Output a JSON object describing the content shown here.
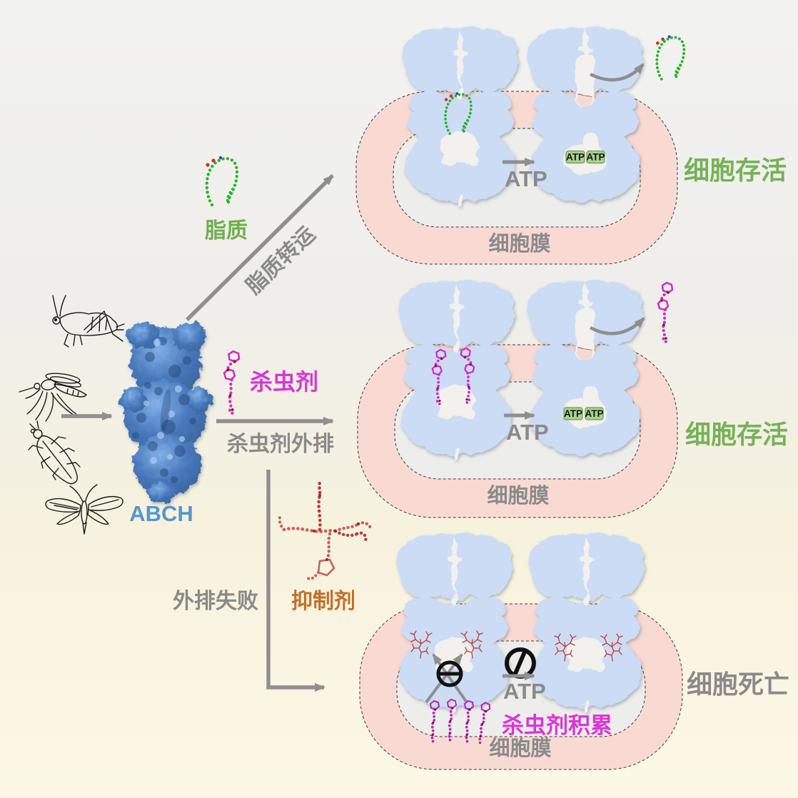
{
  "figure": {
    "protein_label": "ABCH",
    "insects": [
      "grasshopper",
      "mosquito",
      "beetle",
      "moth"
    ]
  },
  "molecules": {
    "lipid": {
      "label": "脂质",
      "color": "#6fae4e"
    },
    "insecticide": {
      "label": "杀虫剂",
      "color": "#e03ad8"
    },
    "inhibitor": {
      "label": "抑制剂",
      "color": "#c0712c"
    }
  },
  "arrows": {
    "lipid_transport": "脂质转运",
    "insecticide_efflux": "杀虫剂外排",
    "efflux_failure": "外排失败"
  },
  "panels": [
    {
      "name": "lipid-export",
      "atp": "ATP",
      "badges": [
        "ATP",
        "ATP"
      ],
      "membrane": "细胞膜",
      "outcome": "细胞存活"
    },
    {
      "name": "insecticide-export",
      "atp": "ATP",
      "badges": [
        "ATP",
        "ATP"
      ],
      "membrane": "细胞膜",
      "outcome": "细胞存活"
    },
    {
      "name": "efflux-blocked",
      "atp": "ATP",
      "membrane": "细胞膜",
      "outcome": "细胞死亡",
      "accumulation": "杀虫剂积累"
    }
  ],
  "colors": {
    "survival_green": "#77b159",
    "death_gray": "#8a8a8a",
    "membrane_pink": "#f8dad3",
    "cytosol_gray": "#ededeb",
    "transporter_blue": "#cbdcf4",
    "protein_blue": "#4878ba",
    "atp_badge_green": "#a8d18f",
    "accumulation_magenta": "#cc3fcc"
  }
}
